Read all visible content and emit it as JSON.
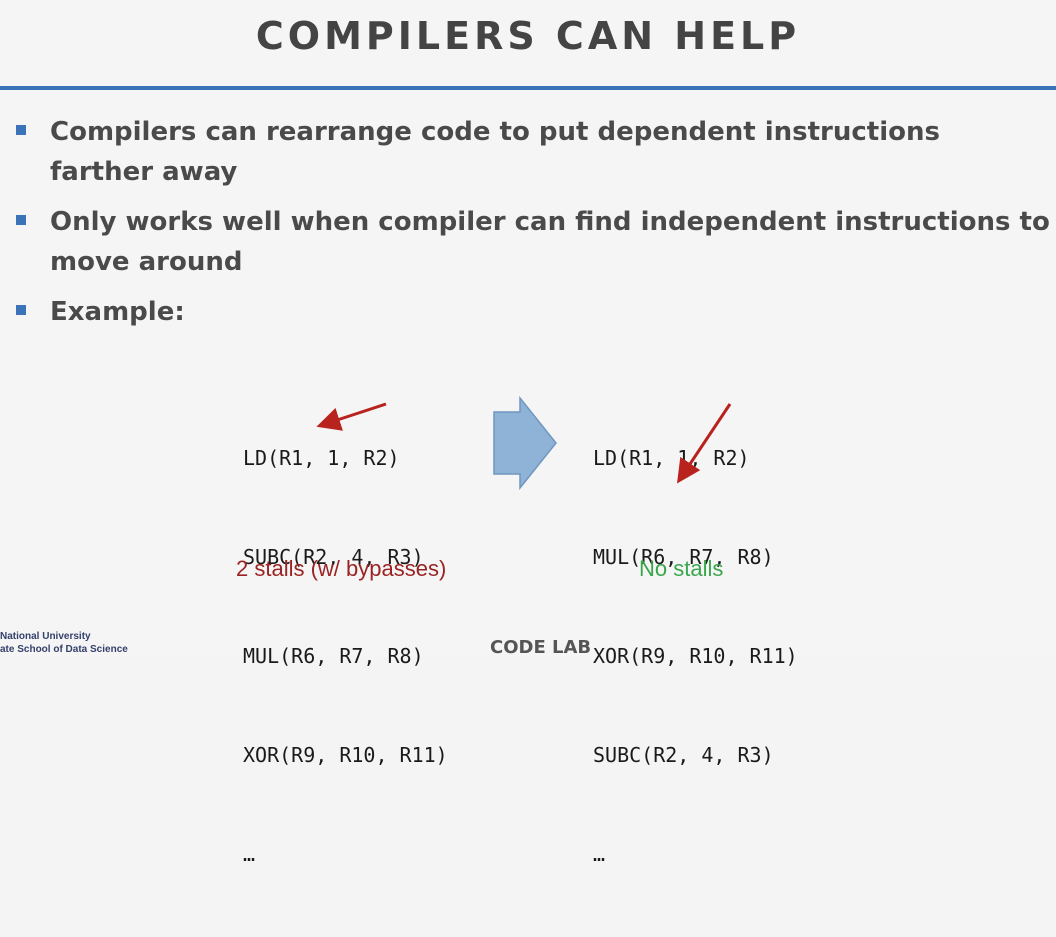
{
  "slide": {
    "title": "COMPILERS CAN HELP",
    "bullets": [
      "Compilers can rearrange code to put dependent instructions farther away",
      "Only works well when compiler can find independent instructions to move around",
      "Example:"
    ]
  },
  "example": {
    "before": {
      "lines": [
        "LD(R1, 1, R2)",
        "SUBC(R2, 4, R3)",
        "MUL(R6, R7, R8)",
        "XOR(R9, R10, R11)",
        "…"
      ],
      "caption": "2 stalls (w/ bypasses)"
    },
    "after": {
      "lines": [
        "LD(R1, 1, R2)",
        "MUL(R6, R7, R8)",
        "XOR(R9, R10, R11)",
        "SUBC(R2, 4, R3)",
        "…"
      ],
      "caption": "No stalls"
    }
  },
  "colors": {
    "accent": "#3b73b8",
    "arrow_red": "#b8231e",
    "transform_arrow": "#8fb3d6",
    "stall_red": "#9a2323",
    "ok_green": "#3aa64c"
  },
  "footer": {
    "logo_line1": "National University",
    "logo_line2": "ate School of Data Science",
    "center": "CODE LAB"
  }
}
